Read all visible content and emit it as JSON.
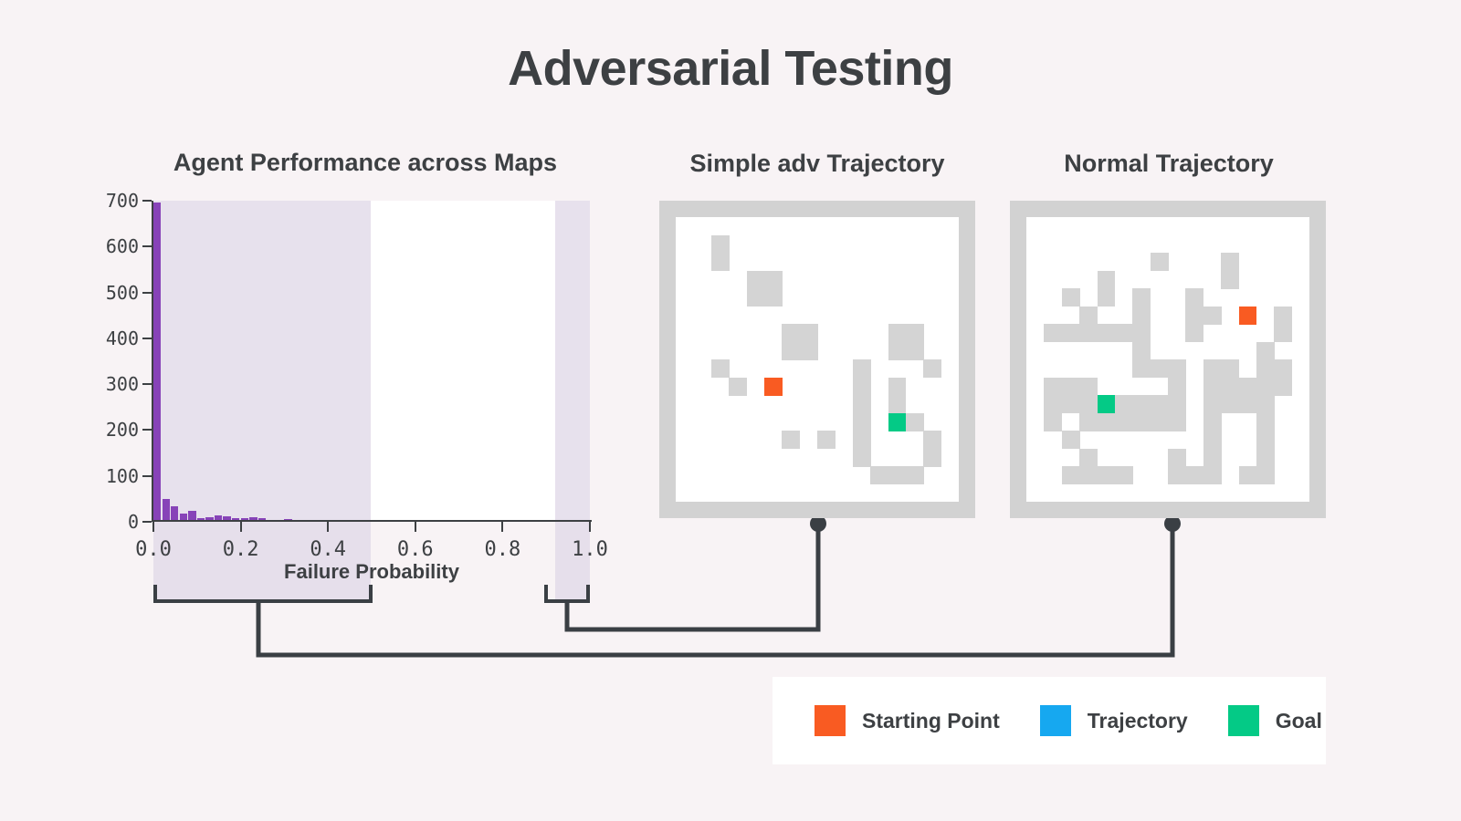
{
  "page": {
    "title": "Adversarial Testing",
    "background_color": "#f8f3f5"
  },
  "panels": {
    "histogram_title": "Agent Performance across Maps",
    "adv_map_title": "Simple adv Trajectory",
    "normal_map_title": "Normal Trajectory"
  },
  "chart_data": {
    "type": "bar",
    "title": "Agent Performance across Maps",
    "xlabel": "Failure Probability",
    "ylabel": "",
    "xlim": [
      0.0,
      1.0
    ],
    "ylim": [
      0,
      700
    ],
    "grid": false,
    "legend": "none",
    "bar_color": "#8743b8",
    "xticks": [
      "0.0",
      "0.2",
      "0.4",
      "0.6",
      "0.8",
      "1.0"
    ],
    "xtick_values": [
      0.0,
      0.2,
      0.4,
      0.6,
      0.8,
      1.0
    ],
    "yticks": [
      "0",
      "100",
      "200",
      "300",
      "400",
      "500",
      "600",
      "700"
    ],
    "ytick_values": [
      0,
      100,
      200,
      300,
      400,
      500,
      600,
      700
    ],
    "bin_width": 0.02,
    "categories": [
      0.01,
      0.03,
      0.05,
      0.07,
      0.09,
      0.11,
      0.13,
      0.15,
      0.17,
      0.19,
      0.21,
      0.23,
      0.25,
      0.27,
      0.29,
      0.31,
      0.33,
      0.35,
      0.37,
      0.39,
      0.41,
      0.43,
      0.45,
      0.47,
      0.49,
      0.51,
      0.53,
      0.55,
      0.57,
      0.59,
      0.61,
      0.63,
      0.65,
      0.67,
      0.69,
      0.71,
      0.73,
      0.75,
      0.77,
      0.79,
      0.81,
      0.83,
      0.85,
      0.87,
      0.89,
      0.91,
      0.93,
      0.95,
      0.97,
      0.99
    ],
    "values": [
      697,
      50,
      34,
      18,
      24,
      8,
      9,
      13,
      12,
      7,
      8,
      9,
      8,
      4,
      4,
      6,
      5,
      4,
      4,
      5,
      4,
      3,
      3,
      2,
      1,
      3,
      1,
      1,
      1,
      2,
      3,
      1,
      1,
      0,
      1,
      0,
      0,
      0,
      0,
      0,
      0,
      0,
      0,
      0,
      0,
      0,
      0,
      0,
      0,
      0
    ],
    "highlight_bands": [
      {
        "from": 0.0,
        "to": 0.5,
        "color": "#e0d9e8",
        "label": "low failure probability region"
      },
      {
        "from": 0.92,
        "to": 1.0,
        "color": "#e0d9e8",
        "label": "high failure probability region"
      }
    ]
  },
  "maps": {
    "adv": {
      "cols": 16,
      "rows": 16,
      "walls": [
        [
          2,
          1
        ],
        [
          2,
          2
        ],
        [
          4,
          3
        ],
        [
          4,
          4
        ],
        [
          5,
          3
        ],
        [
          5,
          4
        ],
        [
          6,
          6
        ],
        [
          6,
          7
        ],
        [
          7,
          6
        ],
        [
          7,
          7
        ],
        [
          12,
          6
        ],
        [
          12,
          7
        ],
        [
          13,
          6
        ],
        [
          13,
          7
        ],
        [
          2,
          8
        ],
        [
          3,
          9
        ],
        [
          10,
          8
        ],
        [
          10,
          9
        ],
        [
          10,
          10
        ],
        [
          10,
          11
        ],
        [
          10,
          12
        ],
        [
          10,
          13
        ],
        [
          12,
          9
        ],
        [
          12,
          10
        ],
        [
          12,
          11
        ],
        [
          14,
          8
        ],
        [
          13,
          11
        ],
        [
          14,
          12
        ],
        [
          14,
          13
        ],
        [
          6,
          12
        ],
        [
          8,
          12
        ],
        [
          11,
          14
        ],
        [
          12,
          14
        ],
        [
          13,
          14
        ]
      ],
      "start": [
        5,
        9
      ],
      "goal": [
        12,
        11
      ]
    },
    "normal": {
      "cols": 16,
      "rows": 16,
      "walls": [
        [
          7,
          2
        ],
        [
          11,
          2
        ],
        [
          11,
          3
        ],
        [
          4,
          3
        ],
        [
          4,
          4
        ],
        [
          6,
          4
        ],
        [
          6,
          5
        ],
        [
          2,
          4
        ],
        [
          3,
          5
        ],
        [
          10,
          5
        ],
        [
          9,
          5
        ],
        [
          9,
          4
        ],
        [
          2,
          6
        ],
        [
          3,
          6
        ],
        [
          4,
          6
        ],
        [
          5,
          6
        ],
        [
          6,
          6
        ],
        [
          1,
          6
        ],
        [
          9,
          6
        ],
        [
          14,
          5
        ],
        [
          14,
          6
        ],
        [
          6,
          7
        ],
        [
          7,
          8
        ],
        [
          6,
          8
        ],
        [
          8,
          8
        ],
        [
          10,
          8
        ],
        [
          11,
          8
        ],
        [
          13,
          7
        ],
        [
          13,
          8
        ],
        [
          14,
          8
        ],
        [
          1,
          9
        ],
        [
          2,
          9
        ],
        [
          3,
          9
        ],
        [
          8,
          9
        ],
        [
          10,
          9
        ],
        [
          11,
          9
        ],
        [
          12,
          9
        ],
        [
          13,
          9
        ],
        [
          14,
          9
        ],
        [
          1,
          10
        ],
        [
          2,
          10
        ],
        [
          3,
          10
        ],
        [
          5,
          10
        ],
        [
          6,
          10
        ],
        [
          7,
          10
        ],
        [
          8,
          10
        ],
        [
          10,
          10
        ],
        [
          11,
          10
        ],
        [
          12,
          10
        ],
        [
          13,
          10
        ],
        [
          1,
          11
        ],
        [
          3,
          11
        ],
        [
          4,
          11
        ],
        [
          5,
          11
        ],
        [
          6,
          11
        ],
        [
          7,
          11
        ],
        [
          8,
          11
        ],
        [
          10,
          11
        ],
        [
          13,
          11
        ],
        [
          2,
          12
        ],
        [
          10,
          12
        ],
        [
          13,
          12
        ],
        [
          3,
          13
        ],
        [
          8,
          13
        ],
        [
          10,
          13
        ],
        [
          13,
          13
        ],
        [
          2,
          14
        ],
        [
          3,
          14
        ],
        [
          4,
          14
        ],
        [
          5,
          14
        ],
        [
          8,
          14
        ],
        [
          9,
          14
        ],
        [
          10,
          14
        ],
        [
          12,
          14
        ],
        [
          13,
          14
        ]
      ],
      "start": [
        12,
        5
      ],
      "goal": [
        4,
        10
      ]
    }
  },
  "legend": {
    "items": [
      {
        "label": "Starting Point",
        "color": "#f95b22"
      },
      {
        "label": "Trajectory",
        "color": "#16a8f0"
      },
      {
        "label": "Goal",
        "color": "#04ca86"
      }
    ]
  },
  "connectors": {
    "left_bracket_label": "low-probability bracket",
    "right_bracket_label": "high-probability bracket",
    "line_color": "#3a3f44"
  }
}
